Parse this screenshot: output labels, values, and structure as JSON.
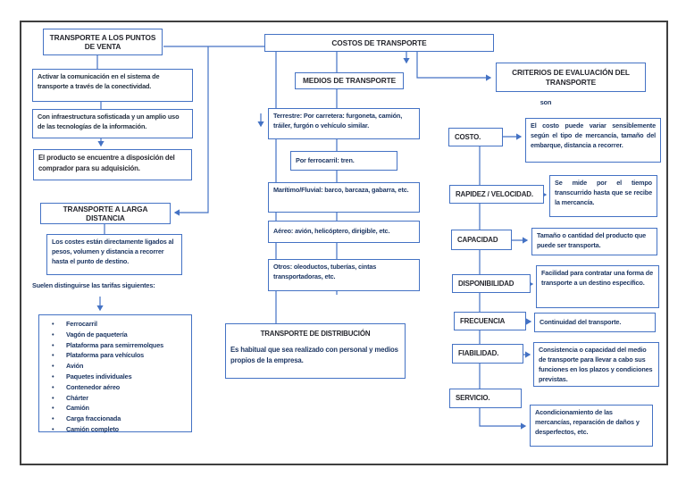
{
  "venta": {
    "title": "TRANSPORTE A LOS PUNTOS DE VENTA",
    "notes": [
      "Activar la comunicación en el sistema de transporte a través de la conectividad.",
      "Con infraestructura sofisticada y un amplio uso de las tecnologías de la información.",
      "El producto se encuentre a disposición del comprador para su adquisición."
    ]
  },
  "larga": {
    "title": "TRANSPORTE A LARGA DISTANCIA",
    "note": "Los costes están directamente ligados al pesos, volumen y distancia a recorrer hasta el punto de destino.",
    "tariffs_intro": "Suelen distinguirse las tarifas siguientes:",
    "tariffs": [
      "Ferrocarril",
      "Vagón de paquetería",
      "Plataforma para semirremolques",
      "Plataforma para vehículos",
      "Avión",
      "Paquetes individuales",
      "Contenedor aéreo",
      "Chárter",
      "Camión",
      "Carga fraccionada",
      "Camión completo"
    ]
  },
  "center": {
    "costos_title": "COSTOS DE TRANSPORTE",
    "medios_title": "MEDIOS DE TRANSPORTE",
    "medios": [
      "Terrestre: Por carretera: furgoneta, camión, tráiler, furgón o vehículo similar.",
      "Por ferrocarril: tren.",
      "Marítimo/Fluvial: barco, barcaza, gabarra, etc.",
      "Aéreo: avión, helicóptero, dirigible, etc.",
      "Otros: oleoductos, tuberías, cintas transportadoras, etc."
    ],
    "distribucion": {
      "title": "TRANSPORTE DE DISTRIBUCIÓN",
      "note": "Es habitual que sea realizado con personal y medios propios de la empresa."
    }
  },
  "criterios": {
    "title": "CRITERIOS DE EVALUACIÓN DEL TRANSPORTE",
    "son_label": "son",
    "items": [
      {
        "label": "COSTO.",
        "desc": "El costo puede variar sensiblemente según el tipo de mercancía, tamaño del embarque, distancia a recorrer."
      },
      {
        "label": "RAPIDEZ / VELOCIDAD.",
        "desc": "Se mide por el tiempo transcurrido hasta que se recibe la mercancía."
      },
      {
        "label": "CAPACIDAD",
        "desc": "Tamaño o cantidad del producto que puede ser transporta."
      },
      {
        "label": "DISPONIBILIDAD",
        "desc": "Facilidad para contratar una forma de transporte a un destino específico."
      },
      {
        "label": "FRECUENCIA",
        "desc": "Continuidad del transporte."
      },
      {
        "label": "FIABILIDAD.",
        "desc": "Consistencia o capacidad del medio de transporte para llevar a cabo sus funciones en los plazos y condiciones previstas."
      },
      {
        "label": "SERVICIO.",
        "desc": "Acondicionamiento de las mercancías, reparación de daños y desperfectos, etc."
      }
    ]
  },
  "colors": {
    "box_border": "#4472c4",
    "connector": "#4472c4",
    "body_text": "#1f3864",
    "title_text": "#26272e",
    "outer_border": "#3f3f3f"
  }
}
